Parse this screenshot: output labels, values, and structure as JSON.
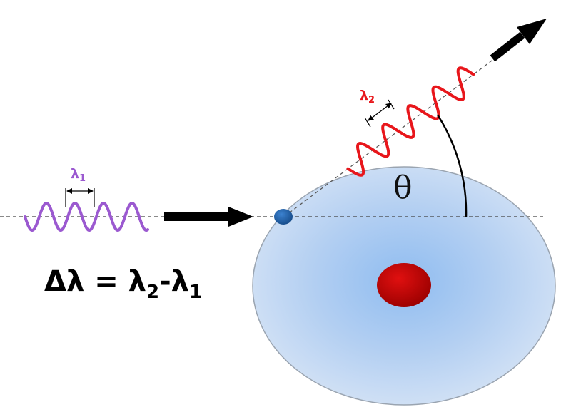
{
  "labels": {
    "lambda1": "λ",
    "lambda1_sub": "1",
    "lambda2": "λ",
    "lambda2_sub": "2",
    "theta": "θ"
  },
  "equation": {
    "delta_lambda": "Δλ",
    "equals": " = ",
    "lambda2": "λ",
    "sub2": "2",
    "minus_lambda1": "-λ",
    "sub1": "1"
  },
  "colors": {
    "incident_wave": "#9b59d0",
    "scattered_wave": "#e8161b",
    "atom_shell": "#b7d3f2",
    "nucleus": "#c00000",
    "electron": "#1f5fa8",
    "arrow": "#000000"
  }
}
